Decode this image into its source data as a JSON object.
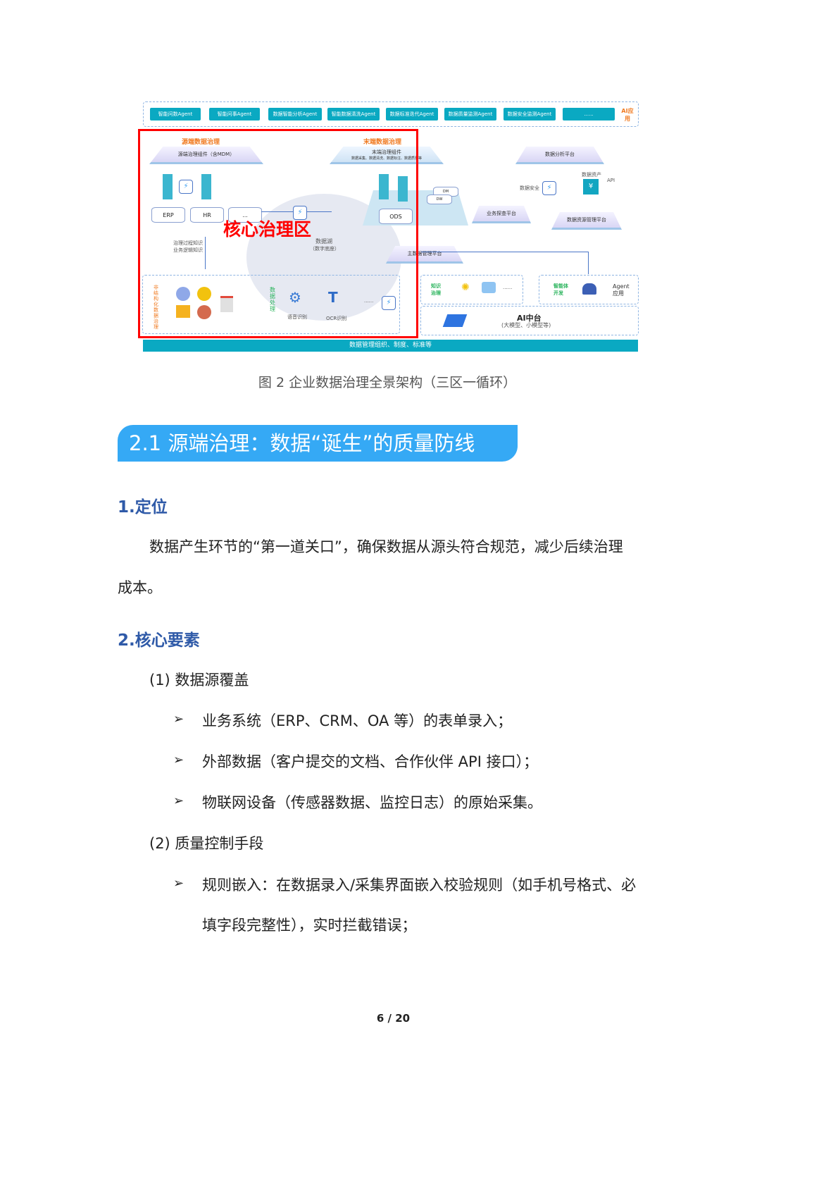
{
  "figure": {
    "agents": [
      "智能问数Agent",
      "智能问事Agent",
      "数据智能分析Agent",
      "智能数据清洗Agent",
      "数据标准迭代Agent",
      "数据质量监测Agent",
      "数据安全监测Agent",
      "......"
    ],
    "ai_app": "AI应用",
    "source_title": "源端数据治理",
    "source_component": "源端治理组件（含MDM）",
    "end_title": "末端数据治理",
    "end_component": "末端治理组件",
    "end_component_sub": "数据采集、数据清洗、数据标注、数据质量等",
    "erp": "ERP",
    "hr": "HR",
    "etc": "...",
    "core_zone": "核心治理区",
    "core_zone_color": "#ff0000",
    "knowledge_note": "治理过程知识 业务逻辑知识",
    "data_lake": "数据湖",
    "data_lake_sub": "（数字底座）",
    "ods": "ODS",
    "dm": "DM",
    "dw": "DW",
    "analysis_platform": "数据分析平台",
    "data_security": "数据安全",
    "data_assets": "数据资产",
    "api": "API",
    "biz_platform": "业务探查平台",
    "resource_platform": "数据资源管理平台",
    "master_platform": "主数据管理平台",
    "unstructured": "非结构化数据治理",
    "data_processing": "数据处理",
    "speech": "语音识别",
    "ocr": "OCR识别",
    "dots": "......",
    "knowledge_gov": "知识治理",
    "agent_dev": "智能体开发",
    "agent_app": "Agent应用",
    "ai_platform": "AI中台",
    "ai_platform_sub": "(大模型、小模型等)",
    "footer_bar": "数据管理组织、制度、标准等"
  },
  "caption": "图 2  企业数据治理全景架构（三区一循环）",
  "section_title": "2.1 源端治理：数据“诞生”的质量防线",
  "h_position": "1.定位",
  "position_text_1": "数据产生环节的“第一道关口”，确保数据从源头符合规范，减少后续治理",
  "position_text_2": "成本。",
  "h_core": "2.核心要素",
  "sub1": "(1) 数据源覆盖",
  "bullets1": [
    "业务系统（ERP、CRM、OA 等）的表单录入；",
    "外部数据（客户提交的文档、合作伙伴 API 接口）；",
    "物联网设备（传感器数据、监控日志）的原始采集。"
  ],
  "sub2": "(2) 质量控制手段",
  "bullets2_line1": "规则嵌入：在数据录入/采集界面嵌入校验规则（如手机号格式、必",
  "bullets2_line2": "填字段完整性），实时拦截错误；",
  "bullet_icon": "arrowhead-bullet-icon",
  "page_number": "6 / 20",
  "colors": {
    "banner": "#35a9f5",
    "heading": "#2f5aa8",
    "agent": "#0aa9c2"
  }
}
